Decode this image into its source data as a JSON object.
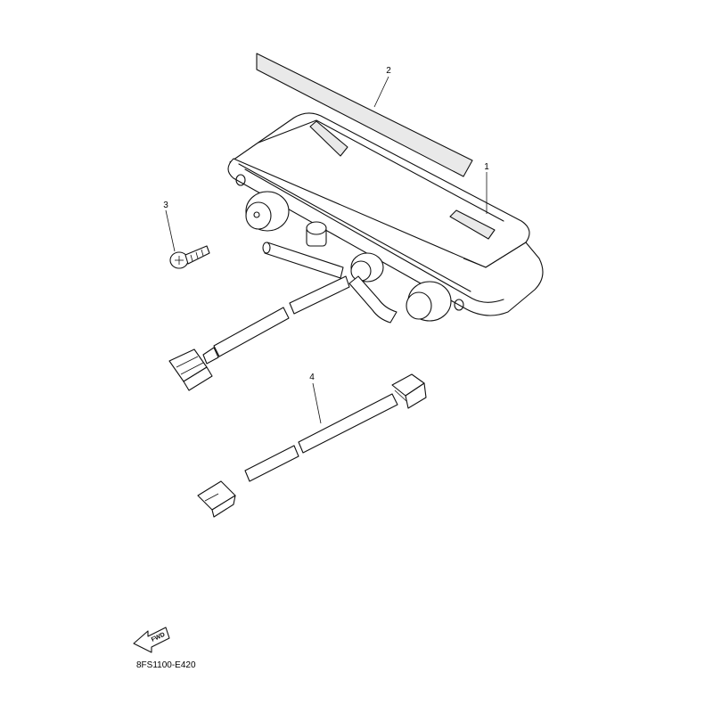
{
  "callouts": [
    {
      "id": "1",
      "text": "1"
    },
    {
      "id": "2",
      "text": "2"
    },
    {
      "id": "3",
      "text": "3"
    },
    {
      "id": "4",
      "text": "4"
    }
  ],
  "fwd_label": "FWD",
  "diagram_code": "8FS1100-E420"
}
